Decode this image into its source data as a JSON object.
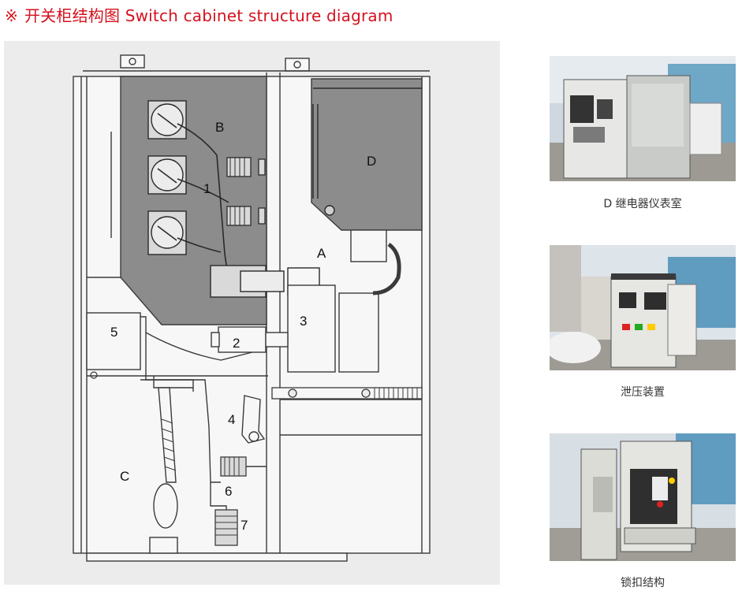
{
  "page": {
    "title_mark": "※",
    "title": "开关柜结构图 Switch cabinet structure diagram"
  },
  "diagram": {
    "labels": [
      "B",
      "D",
      "1",
      "A",
      "3",
      "5",
      "2",
      "4",
      "C",
      "6",
      "7"
    ]
  },
  "photos": [
    {
      "caption": "D 继电器仪表室",
      "icon": "relay-room-photo"
    },
    {
      "caption": "泄压装置",
      "icon": "pressure-relief-photo"
    },
    {
      "caption": "锁扣结构",
      "icon": "lock-structure-photo"
    }
  ],
  "colors": {
    "title": "#d4121e",
    "panel": "#ececec",
    "compartment": "#8c8c8c",
    "line": "#3a3a3a"
  }
}
